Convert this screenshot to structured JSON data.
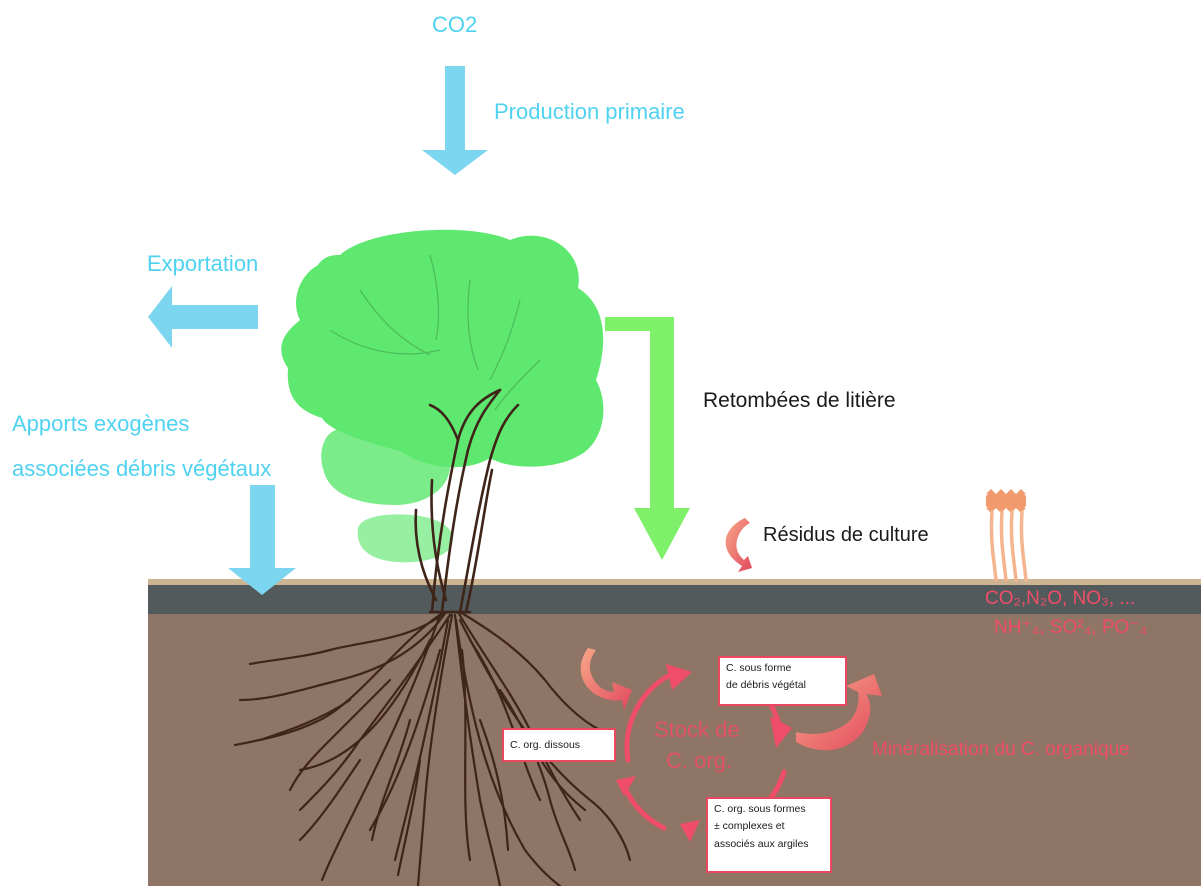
{
  "labels": {
    "co2": "CO2",
    "production": "Production primaire",
    "exportation": "Exportation",
    "apports_line1": "Apports exogènes",
    "apports_line2": "associées débris végétaux",
    "retombees": "Retombées de litière",
    "residus": "Résidus de culture",
    "gas_line1": "CO₂,N₂O, NO₃, ...",
    "gas_line2": "NH⁺₄, SO²₄, PO⁻₄",
    "stock_line1": "Stock de",
    "stock_line2": "C. org.",
    "mineralisation": "Minéralisation du C. organique"
  },
  "boxes": {
    "debris_line1": "C. sous forme",
    "debris_line2": "de débris végétal",
    "dissous": "C. org. dissous",
    "complexes_line1": "C. org. sous formes",
    "complexes_line2": "± complexes et",
    "complexes_line3": "associés aux argiles"
  },
  "colors": {
    "cyan_arrow": "#7cd6f0",
    "green_arrow": "#7ef06a",
    "foliage": "#5fe870",
    "soil": "#8f7565",
    "soil_surface": "#535a5c",
    "roots": "#3e2419",
    "pink": "#f04d68"
  }
}
